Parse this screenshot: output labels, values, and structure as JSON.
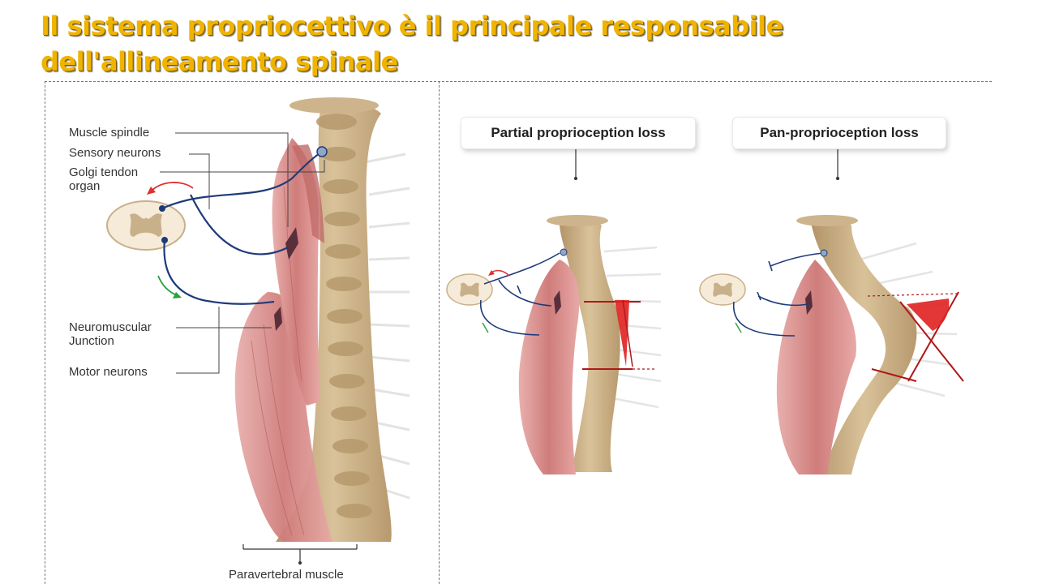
{
  "slide": {
    "title": "Il sistema propriocettivo è il principale responsabile dell'allineamento spinale"
  },
  "figure": {
    "left_labels": {
      "muscle_spindle": "Muscle spindle",
      "sensory_neurons": "Sensory neurons",
      "golgi_line1": "Golgi tendon",
      "golgi_line2": "organ",
      "nmj_line1": "Neuromuscular",
      "nmj_line2": "Junction",
      "motor_neurons": "Motor neurons",
      "paravertebral_muscle": "Paravertebral muscle"
    },
    "panels": {
      "partial": "Partial proprioception loss",
      "pan": "Pan-proprioception loss"
    },
    "colors": {
      "title": "#f0b400",
      "bone": "#c8b08a",
      "muscle": "#d98f8f",
      "nerve": "#1f3a7a",
      "angle": "#e02020"
    }
  }
}
